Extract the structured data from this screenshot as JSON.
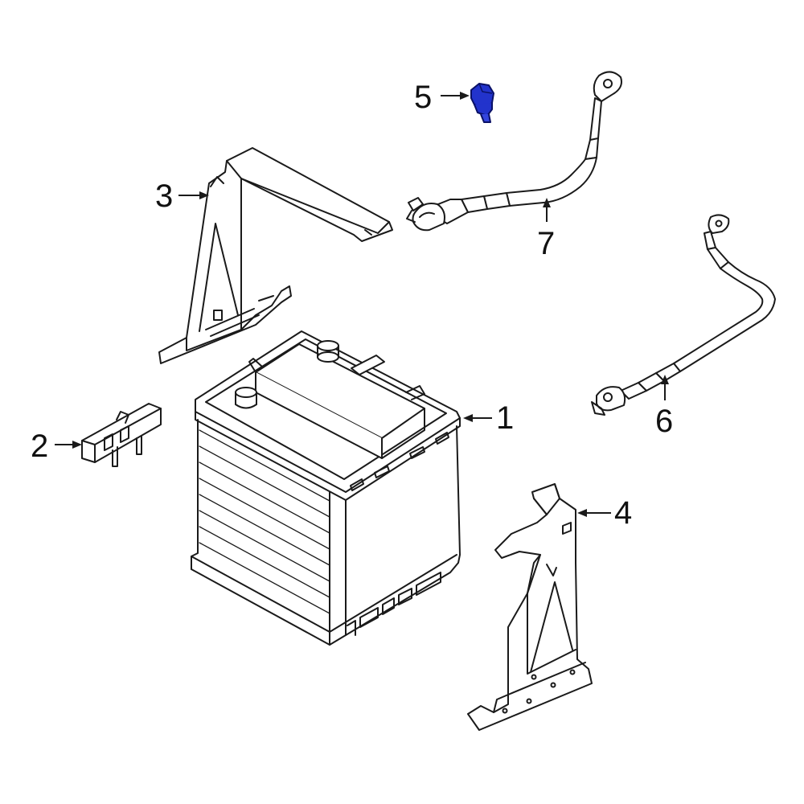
{
  "diagram": {
    "highlight_color": "#2233cc",
    "callouts": [
      {
        "id": "1",
        "text": "1"
      },
      {
        "id": "2",
        "text": "2"
      },
      {
        "id": "3",
        "text": "3"
      },
      {
        "id": "4",
        "text": "4"
      },
      {
        "id": "5",
        "text": "5"
      },
      {
        "id": "6",
        "text": "6"
      },
      {
        "id": "7",
        "text": "7"
      }
    ]
  }
}
